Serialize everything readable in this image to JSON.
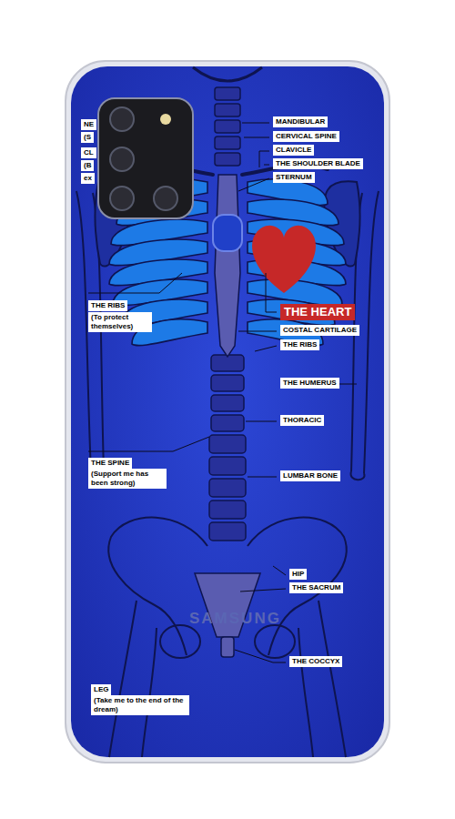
{
  "diagram": {
    "labels": [
      "NE",
      "(S",
      "CL",
      "(B",
      "ex",
      "MANDIBULAR",
      "CERVICAL SPINE",
      "CLAVICLE",
      "THE SHOULDER BLADE",
      "STERNUM",
      "THE HEART",
      "COSTAL CARTILAGE",
      "THE RIBS",
      "THE RIBS",
      "(To protect themselves)",
      "THE HUMERUS",
      "THORACIC",
      "THE SPINE",
      "(Support me has been strong)",
      "LUMBAR BONE",
      "HIP",
      "THE SACRUM",
      "SAMSUNG",
      "THE COCCYX",
      "LEG",
      "(Take me to the end of the dream)"
    ]
  }
}
